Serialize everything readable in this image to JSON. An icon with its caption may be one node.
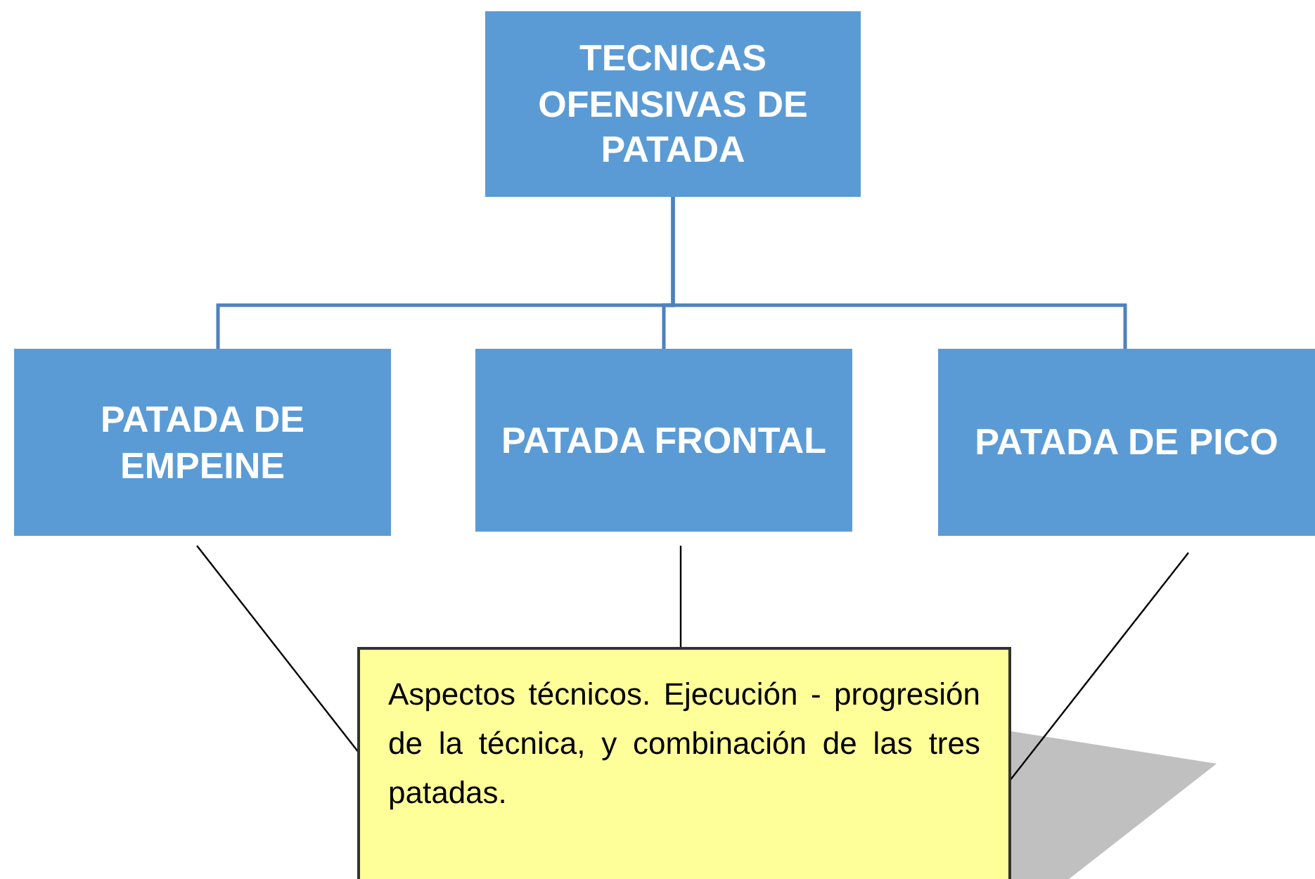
{
  "diagram": {
    "nodes": [
      {
        "text": [
          "TECNICAS OFENSIVAS DE PATADA"
        ]
      },
      {
        "text": [
          "PATADA DE EMPEINE"
        ]
      },
      {
        "text": [
          "PATADA FRONTAL"
        ]
      },
      {
        "text": [
          "PATADA DE PICO"
        ]
      },
      {
        "text": [
          "Aspectos técnicos. Ejecución - progresión de la técnica, y combinación de las tres patadas."
        ]
      }
    ],
    "edges": [
      {
        "from": 0,
        "to": 1,
        "arrow": "none"
      },
      {
        "from": 0,
        "to": 2,
        "arrow": "none"
      },
      {
        "from": 0,
        "to": 3,
        "arrow": "none"
      },
      {
        "from": 1,
        "to": 4,
        "arrow": "none",
        "color": "#000000"
      },
      {
        "from": 2,
        "to": 4,
        "arrow": "none",
        "color": "#000000"
      },
      {
        "from": 3,
        "to": 4,
        "arrow": "none",
        "color": "#000000"
      }
    ]
  }
}
